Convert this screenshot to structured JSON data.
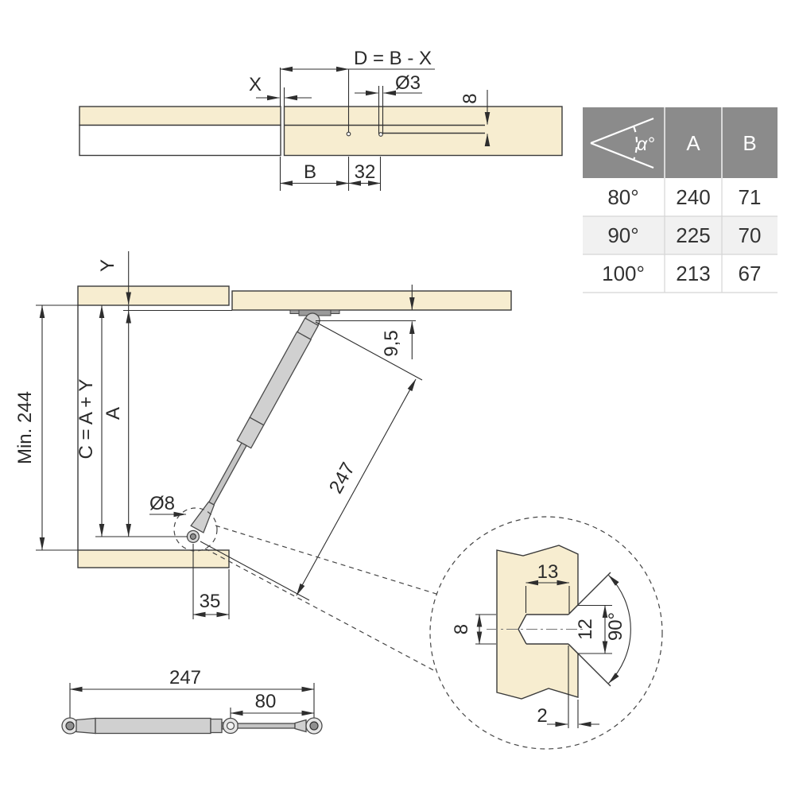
{
  "colors": {
    "wood": "#f7edd0",
    "table_header": "#8b8b8b",
    "table_row_alt": "#f1f1f1",
    "line": "#2e2e2e",
    "metal": "#d0d0d0"
  },
  "top_view": {
    "formula_label": "D = B - X",
    "x_label": "X",
    "pilot_hole_diameter": "Ø3",
    "hole_depth": "8",
    "b_label": "B",
    "hole_spacing": "32"
  },
  "angle_table": {
    "angle_header": "α°",
    "col_a": "A",
    "col_b": "B",
    "rows": [
      {
        "angle": "80°",
        "a": "240",
        "b": "71"
      },
      {
        "angle": "90°",
        "a": "225",
        "b": "70"
      },
      {
        "angle": "100°",
        "a": "213",
        "b": "67"
      }
    ]
  },
  "side_view": {
    "y_label": "Y",
    "min_height": "Min. 244",
    "c_formula": "C = A + Y",
    "a_label": "A",
    "flap_offset": "9,5",
    "strut_length": "247",
    "pivot_diameter": "Ø8",
    "pivot_setback": "35"
  },
  "detail_view": {
    "hole_depth": "13",
    "hole_diameter": "8",
    "countersink_diameter": "12",
    "countersink_angle": "90°",
    "edge_distance": "2"
  },
  "strut_view": {
    "total_length": "247",
    "rod_length": "80"
  }
}
